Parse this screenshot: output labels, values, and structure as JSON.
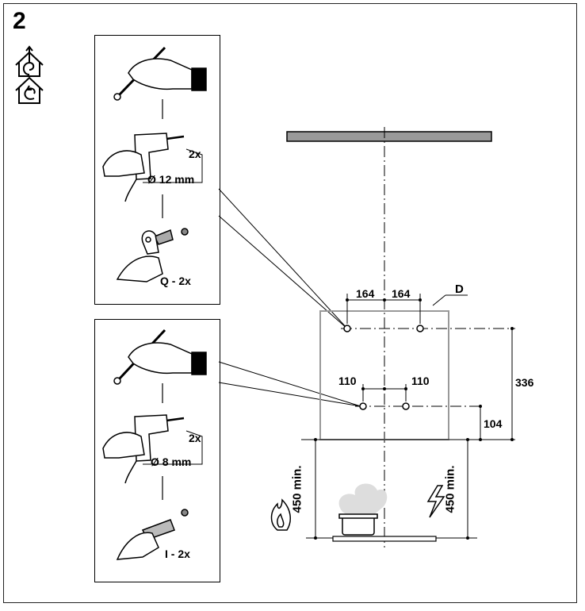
{
  "step": {
    "number": "2"
  },
  "mode_icons": [
    "ducted-exhaust-icon",
    "recirculation-icon"
  ],
  "panel_top": {
    "drill_count": "2x",
    "drill_size": "Ø 12 mm",
    "anchor_label": "Q - 2x"
  },
  "panel_bottom": {
    "drill_count": "2x",
    "drill_size": "Ø 8 mm",
    "anchor_label": "I - 2x"
  },
  "drawing": {
    "template_label": "D",
    "dim_upper_left": "164",
    "dim_upper_right": "164",
    "dim_lower_left": "110",
    "dim_lower_right": "110",
    "dim_height_total": "336",
    "dim_height_bottom": "104",
    "dim_gas_clearance": "450 min.",
    "dim_electric_clearance": "450 min."
  }
}
